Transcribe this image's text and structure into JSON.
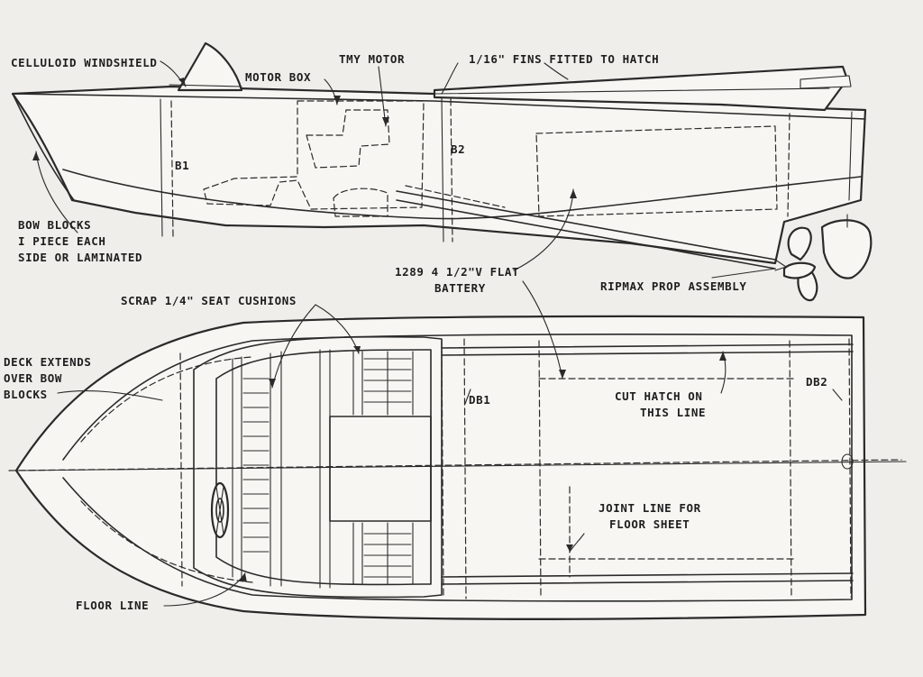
{
  "labels": {
    "windshield": "CELLULOID WINDSHIELD",
    "motor_box": "MOTOR BOX",
    "tmy_motor": "TMY MOTOR",
    "fins": "1/16\" FINS FITTED TO HATCH",
    "b1": "B1",
    "b2": "B2",
    "bow_blocks_1": "BOW BLOCKS",
    "bow_blocks_2": "I PIECE EACH",
    "bow_blocks_3": "SIDE OR LAMINATED",
    "battery_1": "1289 4 1/2\"V FLAT",
    "battery_2": "BATTERY",
    "ripmax": "RIPMAX PROP ASSEMBLY",
    "seat_cushions": "SCRAP 1/4\" SEAT CUSHIONS",
    "deck_1": "DECK EXTENDS",
    "deck_2": "OVER BOW",
    "deck_3": "BLOCKS",
    "db1": "DB1",
    "db2": "DB2",
    "hatch_1": "CUT HATCH ON",
    "hatch_2": "THIS LINE",
    "joint_1": "JOINT LINE FOR",
    "joint_2": "FLOOR SHEET",
    "floor_line": "FLOOR LINE"
  }
}
